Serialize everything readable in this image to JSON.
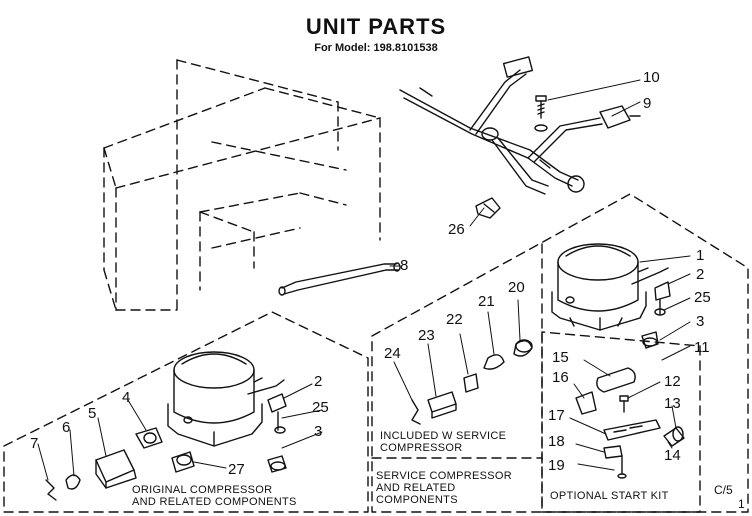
{
  "header": {
    "title": "UNIT PARTS",
    "subtitle": "For Model: 198.8101538"
  },
  "callouts": {
    "c1": "1",
    "c2a": "2",
    "c2b": "2",
    "c3a": "3",
    "c3b": "3",
    "c4": "4",
    "c5": "5",
    "c6": "6",
    "c7": "7",
    "c8": "8",
    "c9": "9",
    "c10": "10",
    "c11": "11",
    "c12": "12",
    "c13": "13",
    "c14": "14",
    "c15": "15",
    "c16": "16",
    "c17": "17",
    "c18": "18",
    "c19": "19",
    "c20": "20",
    "c21": "21",
    "c22": "22",
    "c23": "23",
    "c24": "24",
    "c25a": "25",
    "c25b": "25",
    "c26": "26",
    "c27": "27"
  },
  "boxes": {
    "original": {
      "line1": "ORIGINAL COMPRESSOR",
      "line2": "AND RELATED COMPONENTS"
    },
    "included": {
      "line1": "INCLUDED W SERVICE",
      "line2": "COMPRESSOR"
    },
    "service": {
      "line1": "SERVICE COMPRESSOR",
      "line2": "AND RELATED",
      "line3": "COMPONENTS"
    },
    "optional": {
      "line1": "OPTIONAL START KIT"
    }
  },
  "corner_code": {
    "c": "C/5",
    "sub": "1"
  }
}
